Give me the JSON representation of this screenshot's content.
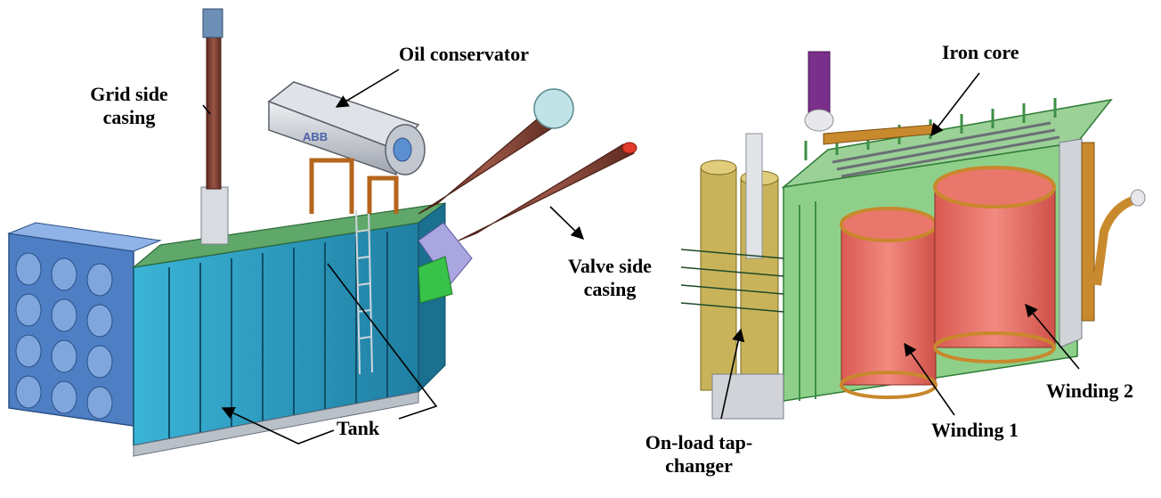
{
  "labels": {
    "grid_side_casing": [
      "Grid side",
      "casing"
    ],
    "oil_conservator": "Oil conservator",
    "valve_side_casing": [
      "Valve side",
      "casing"
    ],
    "tank": "Tank",
    "iron_core": "Iron core",
    "winding_2": "Winding 2",
    "winding_1": "Winding 1",
    "on_load_tap_changer": [
      "On-load tap-",
      "changer"
    ]
  },
  "logo_text": "ABB",
  "colors": {
    "tank_blue": "#2fa6c9",
    "tank_dark": "#1b6f8f",
    "radiator": "#5b8fd1",
    "bushing": "#7a3b2e",
    "conservator": "#c9ccd3",
    "winding": "#e9776c",
    "winding_edge": "#c9882c",
    "frame_green": "#4fb04a",
    "insulator": "#c9b35a"
  }
}
